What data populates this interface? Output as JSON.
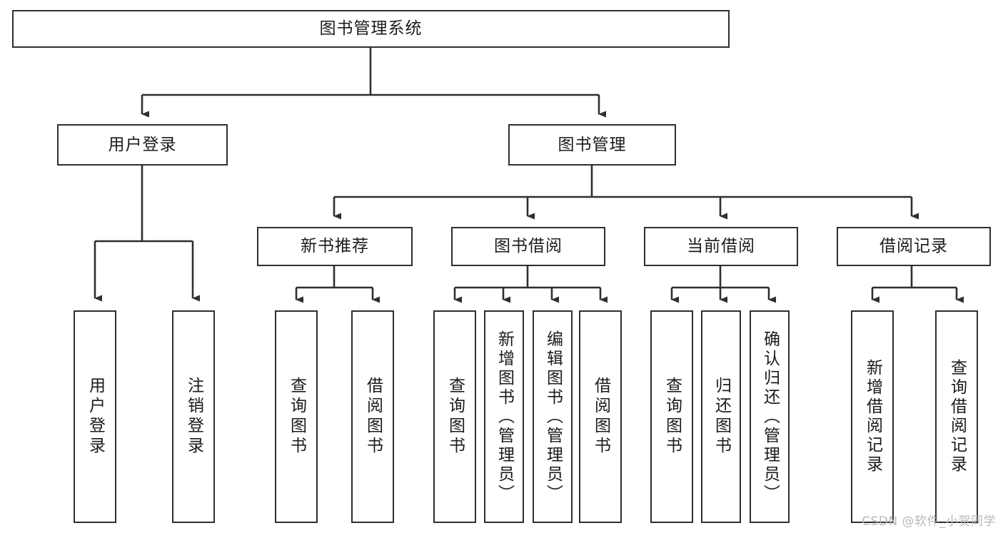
{
  "diagram": {
    "title": "图书管理系统",
    "type": "tree-hierarchy-chart",
    "root": {
      "id": "root",
      "label": "图书管理系统"
    },
    "level2": [
      {
        "id": "user-login",
        "label": "用户登录"
      },
      {
        "id": "book-management",
        "label": "图书管理"
      }
    ],
    "level3": [
      {
        "id": "new-book-recommend",
        "label": "新书推荐",
        "parent": "book-management"
      },
      {
        "id": "book-borrow",
        "label": "图书借阅",
        "parent": "book-management"
      },
      {
        "id": "current-borrow",
        "label": "当前借阅",
        "parent": "book-management"
      },
      {
        "id": "borrow-record",
        "label": "借阅记录",
        "parent": "book-management"
      }
    ],
    "leaves": {
      "user-login": [
        {
          "id": "leaf-user-login",
          "label": "用户登录"
        },
        {
          "id": "leaf-user-logout",
          "label": "注销登录"
        }
      ],
      "new-book-recommend": [
        {
          "id": "leaf-query-book-1",
          "label": "查询图书"
        },
        {
          "id": "leaf-borrow-book-1",
          "label": "借阅图书"
        }
      ],
      "book-borrow": [
        {
          "id": "leaf-query-book-2",
          "label": "查询图书"
        },
        {
          "id": "leaf-add-book",
          "label": "新增图书（管理员）"
        },
        {
          "id": "leaf-edit-book",
          "label": "编辑图书（管理员）"
        },
        {
          "id": "leaf-borrow-book-2",
          "label": "借阅图书"
        }
      ],
      "current-borrow": [
        {
          "id": "leaf-query-book-3",
          "label": "查询图书"
        },
        {
          "id": "leaf-return-book",
          "label": "归还图书"
        },
        {
          "id": "leaf-confirm-return",
          "label": "确认归还（管理员）"
        }
      ],
      "borrow-record": [
        {
          "id": "leaf-add-record",
          "label": "新增借阅记录"
        },
        {
          "id": "leaf-query-record",
          "label": "查询借阅记录"
        }
      ]
    }
  },
  "watermark": {
    "text": "CSDN @软件_小贺同学"
  },
  "colors": {
    "background": "#ffffff",
    "node_fill": "#ffffff",
    "node_border": "#2f2f2f",
    "edge": "#2f2f2f",
    "text": "#1b1b1b",
    "watermark": "#b8b8b8"
  }
}
